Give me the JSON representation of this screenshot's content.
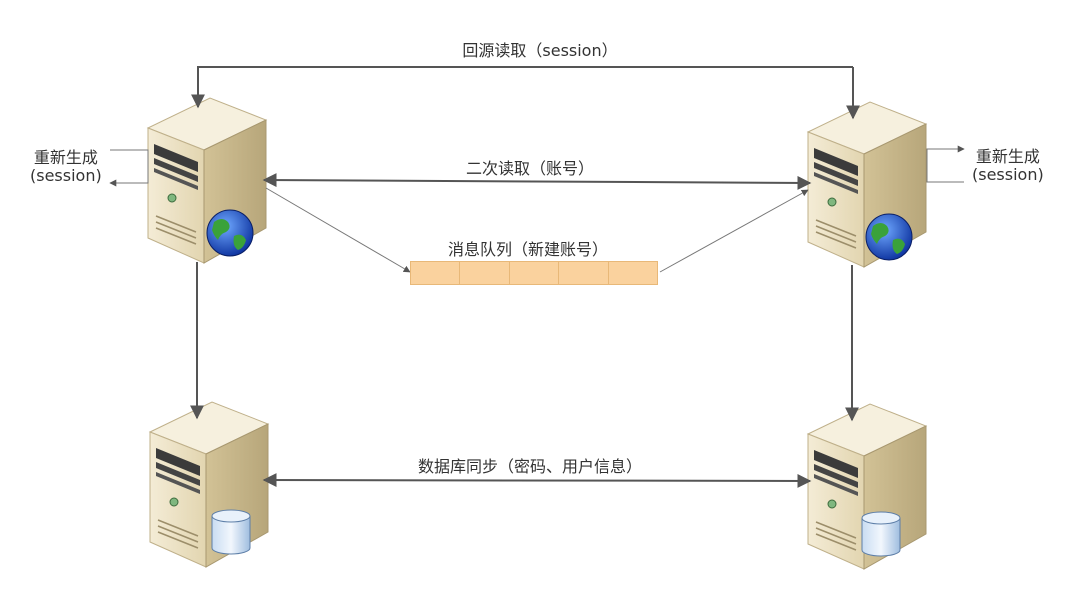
{
  "labels": {
    "back_to_source": "回源读取（session）",
    "secondary_read": "二次读取（账号）",
    "message_queue": "消息队列（新建账号）",
    "db_sync": "数据库同步（密码、用户信息）",
    "regen_left_1": "重新生成",
    "regen_left_2": "(session)",
    "regen_right_1": "重新生成",
    "regen_right_2": "(session)"
  },
  "queue": {
    "cells": 5
  },
  "nodes": [
    {
      "id": "web-server-left",
      "icon": "globe-icon"
    },
    {
      "id": "web-server-right",
      "icon": "globe-icon"
    },
    {
      "id": "db-server-left",
      "icon": "database-icon"
    },
    {
      "id": "db-server-right",
      "icon": "database-icon"
    }
  ],
  "colors": {
    "line": "#555555",
    "queue_fill": "#fad29e",
    "server_body": "#ece2c4",
    "server_side": "#c9b98e"
  }
}
